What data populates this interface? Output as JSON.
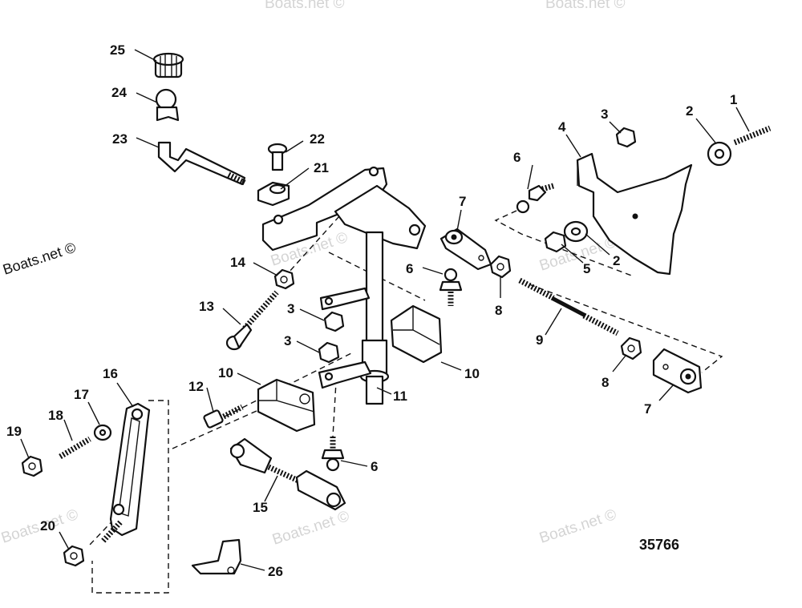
{
  "watermarks": [
    "Boats.net ©",
    "Boats.net ©",
    "Boats.net ©",
    "Boats.net ©",
    "Boats.net ©",
    "Boats.net ©",
    "Boats.net ©",
    "Boats.net ©"
  ],
  "drawing_number": "35766",
  "callouts": {
    "c1": "1",
    "c2a": "2",
    "c2b": "2",
    "c3a": "3",
    "c3b": "3",
    "c3c": "3",
    "c4": "4",
    "c5": "5",
    "c6a": "6",
    "c6b": "6",
    "c6c": "6",
    "c7a": "7",
    "c7b": "7",
    "c8a": "8",
    "c8b": "8",
    "c9": "9",
    "c10a": "10",
    "c10b": "10",
    "c11": "11",
    "c12": "12",
    "c13": "13",
    "c14": "14",
    "c15": "15",
    "c16": "16",
    "c17": "17",
    "c18": "18",
    "c19": "19",
    "c20": "20",
    "c21": "21",
    "c22": "22",
    "c23": "23",
    "c24": "24",
    "c25": "25",
    "c26": "26"
  }
}
